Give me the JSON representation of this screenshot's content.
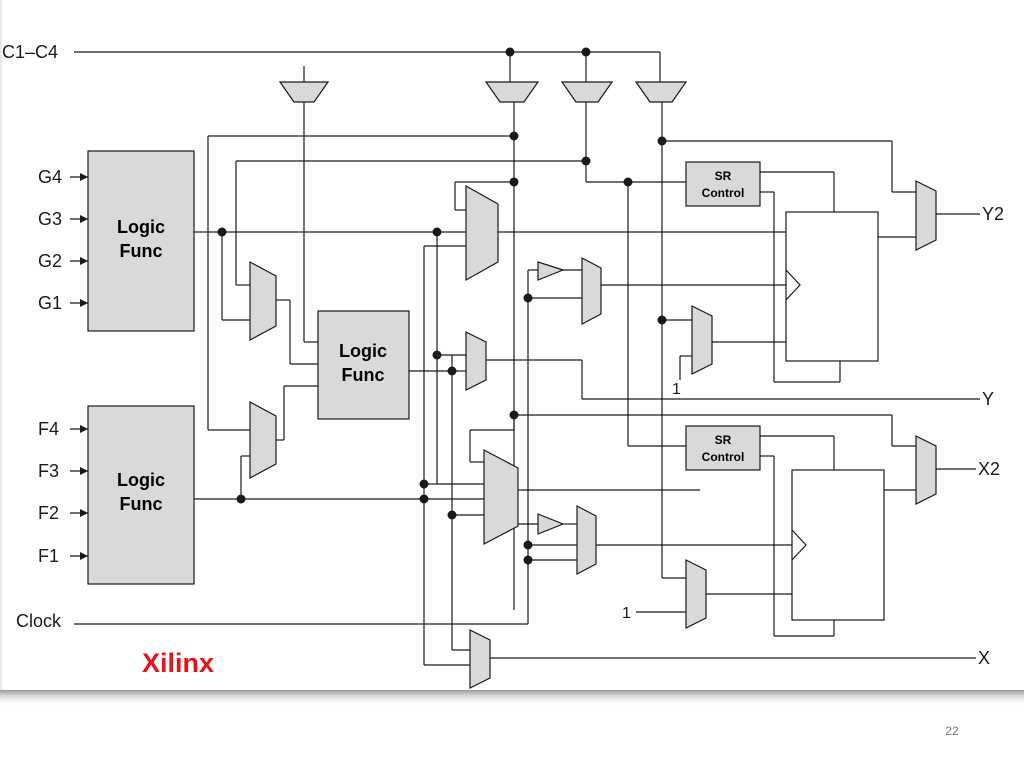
{
  "diagram": {
    "inputs": {
      "c": "C1–C4",
      "g4": "G4",
      "g3": "G3",
      "g2": "G2",
      "g1": "G1",
      "f4": "F4",
      "f3": "F3",
      "f2": "F2",
      "f1": "F1",
      "clock": "Clock"
    },
    "outputs": {
      "y2": "Y2",
      "y": "Y",
      "x2": "X2",
      "x": "X"
    },
    "blocks": {
      "logic_g": [
        "Logic",
        "Func"
      ],
      "logic_h": [
        "Logic",
        "Func"
      ],
      "logic_f": [
        "Logic",
        "Func"
      ],
      "sr_top": [
        "SR",
        "Control"
      ],
      "sr_bottom": [
        "SR",
        "Control"
      ]
    },
    "constants": {
      "one_top": "1",
      "one_bottom": "1"
    },
    "brand": "Xilinx"
  },
  "colors": {
    "brand": "#e8121b",
    "block_fill": "#d9d9d9",
    "line": "#1a1a1a"
  },
  "slide_number": "22"
}
